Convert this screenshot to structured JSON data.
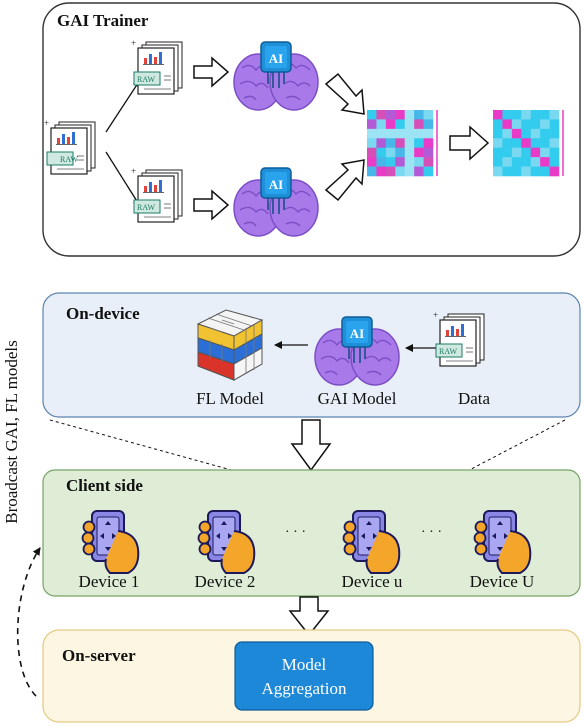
{
  "panels": {
    "gai_trainer": {
      "title": "GAI Trainer"
    },
    "on_device": {
      "title": "On-device"
    },
    "client_side": {
      "title": "Client side"
    },
    "on_server": {
      "title": "On-server"
    }
  },
  "trainer": {
    "doc_badge": "RAW",
    "ai_label": "AI"
  },
  "on_device_items": {
    "fl_model": "FL Model",
    "gai_model": "GAI Model",
    "data": "Data",
    "ai_label": "AI",
    "doc_badge": "RAW"
  },
  "client_devices": [
    {
      "label": "Device 1"
    },
    {
      "label": "Device 2"
    },
    {
      "label": "Device u"
    },
    {
      "label": "Device U"
    }
  ],
  "ellipsis": "· · ·",
  "server": {
    "aggregation_line1": "Model",
    "aggregation_line2": "Aggregation"
  },
  "side_label": "Broadcast GAI, FL models",
  "colors": {
    "trainer_bg": "#ffffff",
    "on_device_bg": "#e8eff8",
    "client_bg": "#dfedd7",
    "server_bg": "#fdf6e3",
    "brain": "#a779e9",
    "ai_chip": "#1f8fd8",
    "aggregation_box": "#1e88d8",
    "heatmap_cyan": "#33ccee",
    "heatmap_magenta": "#e83cc8",
    "phone_body": "#8a86e6",
    "hand": "#f4a62a"
  }
}
